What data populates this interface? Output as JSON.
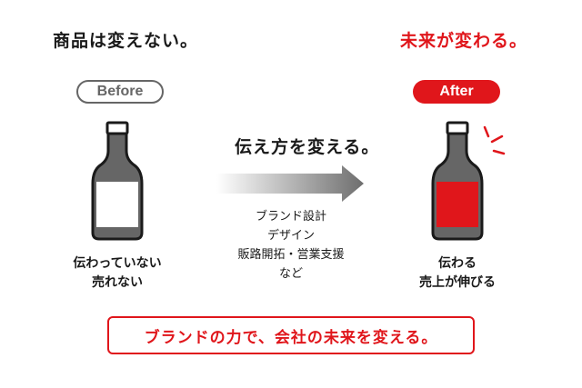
{
  "left": {
    "headline": "商品は変えない。",
    "badge": "Before",
    "caption_lines": [
      "伝わっていない",
      "売れない"
    ]
  },
  "center": {
    "headline": "伝え方を変える。",
    "items": [
      "ブランド設計",
      "デザイン",
      "販路開拓・営業支援",
      "など"
    ]
  },
  "right": {
    "headline": "未来が変わる。",
    "badge": "After",
    "caption_lines": [
      "伝わる",
      "売上が伸びる"
    ]
  },
  "footer": {
    "slogan": "ブランドの力で、会社の未来を変える。"
  },
  "colors": {
    "accent_red": "#e0161b",
    "bottle_body_gray": "#666666",
    "before_label": "#ffffff",
    "after_label": "#e0161b"
  }
}
